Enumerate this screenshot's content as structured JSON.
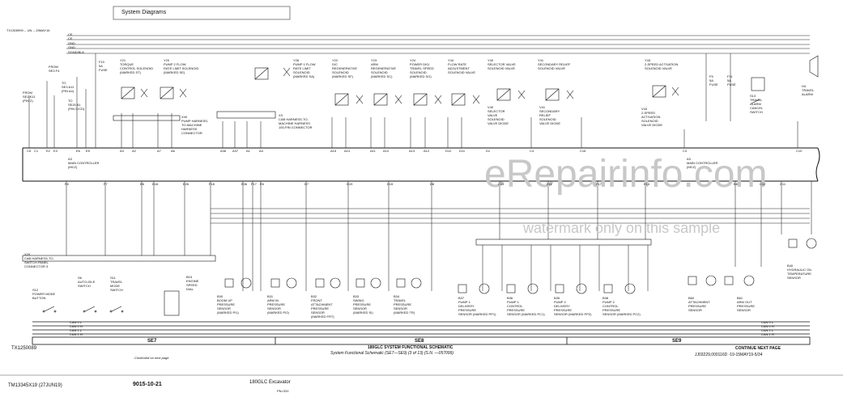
{
  "header": {
    "title": "System Diagrams"
  },
  "watermark": {
    "site": "eRepairinfo.com",
    "notice": "watermark only on this sample"
  },
  "top_ref": "TX1305999 -- UN -- 25MAY16",
  "rails": [
    "CE",
    "CE",
    "GND",
    "GND",
    "SGND/BLK"
  ],
  "components_top": [
    {
      "id": "F10",
      "lines": [
        "F10",
        "5A",
        "FUSE"
      ]
    },
    {
      "id": "Y21",
      "lines": [
        "Y21",
        "TORQUE",
        "CONTROL SOLENOID",
        "(MARKED ST)"
      ]
    },
    {
      "id": "Y20",
      "lines": [
        "Y20",
        "PUMP 2 FLOW",
        "RATE LIMIT SOLENOID",
        "(MARKED SE)"
      ]
    },
    {
      "id": "Y26",
      "lines": [
        "Y26",
        "PUMP 1 FLOW",
        "RATE LIMIT",
        "SOLENOID",
        "(MARKED SA)"
      ]
    },
    {
      "id": "Y22",
      "lines": [
        "Y22",
        "D/C",
        "REGENERATIVE",
        "SOLENOID",
        "(MARKED SF)"
      ]
    },
    {
      "id": "Y23",
      "lines": [
        "Y23",
        "ARM",
        "REGENERATIVE",
        "SOLENOID",
        "(MARKED SC)"
      ]
    },
    {
      "id": "Y24",
      "lines": [
        "Y24",
        "POWER DIG/",
        "TRAVEL SPEED",
        "SOLENOID",
        "(MARKED SG)"
      ]
    },
    {
      "id": "Y44",
      "lines": [
        "Y44",
        "FLOW RATE",
        "ADJUSTMENT",
        "SOLENOID VALVE"
      ]
    },
    {
      "id": "Y40",
      "lines": [
        "Y40",
        "SELECTOR VALVE",
        "SOLENOID VALVE"
      ]
    },
    {
      "id": "Y41",
      "lines": [
        "Y41",
        "SECONDARY RELIEF",
        "SOLENOID VALVE"
      ]
    },
    {
      "id": "Y43",
      "lines": [
        "Y43",
        "2-SPEED ACTIVATION",
        "SOLENOID VALVE"
      ]
    },
    {
      "id": "F5",
      "lines": [
        "F5",
        "5A",
        "FUSE"
      ]
    },
    {
      "id": "F11",
      "lines": [
        "F11",
        "5A",
        "FUSE"
      ]
    },
    {
      "id": "H4",
      "lines": [
        "H4",
        "TRAVEL",
        "ALARM"
      ]
    },
    {
      "id": "S13",
      "lines": [
        "S13",
        "TRAVEL",
        "ALARM",
        "CANCEL",
        "SWITCH"
      ]
    },
    {
      "id": "V40",
      "lines": [
        "V40",
        "SELECTOR",
        "VALVE",
        "SOLENOID",
        "VALVE DIODE"
      ]
    },
    {
      "id": "V41",
      "lines": [
        "V41",
        "SECONDARY",
        "RELIEF",
        "SOLENOID",
        "VALVE DIODE"
      ]
    },
    {
      "id": "V43",
      "lines": [
        "V43",
        "2-SPEED",
        "ACTIVATION",
        "SOLENOID",
        "VALVE DIODE"
      ]
    },
    {
      "id": "X40",
      "lines": [
        "X40",
        "PUMP HARNESS-",
        "TO-MACHINE",
        "HARNESS",
        "CONNECTOR"
      ]
    },
    {
      "id": "X3",
      "lines": [
        "X3",
        "CAB HARNESS-TO-",
        "MACHINE HARNESS",
        "100-PIN CONNECTOR"
      ]
    }
  ],
  "main_controller": {
    "left": [
      "A3",
      "MAIN CONTROLLER",
      "(MCZ)"
    ],
    "right": [
      "A3",
      "MAIN CONTROLLER",
      "(MCZ)"
    ]
  },
  "components_bottom": [
    {
      "id": "X29",
      "lines": [
        "X29",
        "CAB HARNESS-TO-",
        "SWITCH PANEL",
        "CONNECTOR 3"
      ]
    },
    {
      "id": "S12",
      "lines": [
        "S12",
        "POWER MODE",
        "BUTTON"
      ]
    },
    {
      "id": "S6",
      "lines": [
        "S6",
        "AUTO-IDLE",
        "SWITCH"
      ]
    },
    {
      "id": "S11",
      "lines": [
        "S11",
        "TRAVEL",
        "MODE",
        "SWITCH"
      ]
    },
    {
      "id": "B15",
      "lines": [
        "B15",
        "ENGINE",
        "SPEED",
        "DIAL"
      ]
    },
    {
      "id": "B30",
      "lines": [
        "B30",
        "BOOM UP",
        "PRESSURE",
        "SENSOR",
        "(MARKED PI1)"
      ]
    },
    {
      "id": "B31",
      "lines": [
        "B31",
        "ARM IN",
        "PRESSURE",
        "SENSOR",
        "(MARKED PI2)"
      ]
    },
    {
      "id": "B32",
      "lines": [
        "B32",
        "FRONT",
        "ATTACHMENT",
        "PRESSURE",
        "SENSOR",
        "(MARKED FRT)"
      ]
    },
    {
      "id": "B33",
      "lines": [
        "B33",
        "SWING",
        "PRESSURE",
        "SENSOR",
        "(MARKED SI)"
      ]
    },
    {
      "id": "B34",
      "lines": [
        "B34",
        "TRAVEL",
        "PRESSURE",
        "SENSOR",
        "(MARKED TR)"
      ]
    },
    {
      "id": "B37",
      "lines": [
        "B37",
        "PUMP 1",
        "DELIVERY",
        "PRESSURE",
        "SENSOR (MARKED PP1)"
      ]
    },
    {
      "id": "B36",
      "lines": [
        "B36",
        "PUMP 1",
        "CONTROL",
        "PRESSURE",
        "SENSOR (MARKED PC1)"
      ]
    },
    {
      "id": "B35",
      "lines": [
        "B35",
        "PUMP 2",
        "DELIVERY",
        "PRESSURE",
        "SENSOR (MARKED PP2)"
      ]
    },
    {
      "id": "B38",
      "lines": [
        "B38",
        "PUMP 2",
        "CONTROL",
        "PRESSURE",
        "SENSOR (MARKED PC2)"
      ]
    },
    {
      "id": "B60",
      "lines": [
        "B60",
        "ATTACHMENT",
        "PRESSURE",
        "SENSOR"
      ]
    },
    {
      "id": "B61",
      "lines": [
        "B61",
        "ARM OUT",
        "PRESSURE",
        "SENSOR"
      ]
    },
    {
      "id": "B40",
      "lines": [
        "B40",
        "HYDRAULIC OIL",
        "TEMPERATURE",
        "SENSOR"
      ]
    }
  ],
  "from_notes": [
    {
      "id": "from1",
      "lines": [
        "FROM",
        "SE3 F4"
      ]
    },
    {
      "id": "from2",
      "lines": [
        "FROM",
        "SE1 K11",
        "(PIN 2)"
      ]
    },
    {
      "id": "from3",
      "lines": [
        "TO",
        "SE3 A11",
        "(PIN A4)"
      ]
    },
    {
      "id": "from4",
      "lines": [
        "TO",
        "SE20 A1",
        "(PIN C/CD)"
      ]
    }
  ],
  "pin_labels": [
    "C5",
    "C1",
    "E2",
    "E3",
    "E6",
    "E5",
    "A3",
    "A2",
    "A7",
    "A6",
    "A36",
    "A37",
    "A1",
    "A4",
    "A15",
    "A14",
    "A11",
    "A10",
    "A13",
    "A12",
    "D12",
    "D11",
    "D1",
    "C4",
    "C16",
    "C3",
    "C10",
    "F8",
    "F7",
    "E8",
    "D16",
    "E26",
    "F18",
    "E36",
    "F17",
    "E6",
    "D7",
    "D19",
    "D15",
    "D8",
    "C13",
    "E11",
    "F17",
    "E14",
    "B8",
    "C12",
    "C11"
  ],
  "cans": [
    {
      "id": "can_l",
      "lines": [
        "CAN 0 L",
        "CAN 0 H",
        "CAN 1 L",
        "CAN 1 H"
      ]
    },
    {
      "id": "can_r",
      "lines": [
        "CAN 0 L",
        "CAN 0 H",
        "CAN 1 L",
        "CAN 1 H"
      ]
    }
  ],
  "sections": {
    "left": "SE7",
    "mid": "SE8",
    "right": "SE9",
    "continue": "CONTINUE NEXT PAGE"
  },
  "footer": {
    "ref_left": "TX1250089",
    "schematic_title": "180GLC SYSTEM FUNCTIONAL SCHEMATIC",
    "schematic_sub": "System Functional Schematic (SE7—SE9) (3 of 13) (S.N. —057099)",
    "continued": "Continued on next page",
    "ref_right": "JJ03229,000116D -19-15MAY19-5/34",
    "tm": "TM13345X19 (27JUN19)",
    "page": "9015-10-21",
    "model": "180GLC Excavator",
    "model_sub": "PN=331"
  },
  "colors": {
    "ink": "#111111",
    "watermark": "#c8c8c8",
    "frame": "#555555"
  }
}
